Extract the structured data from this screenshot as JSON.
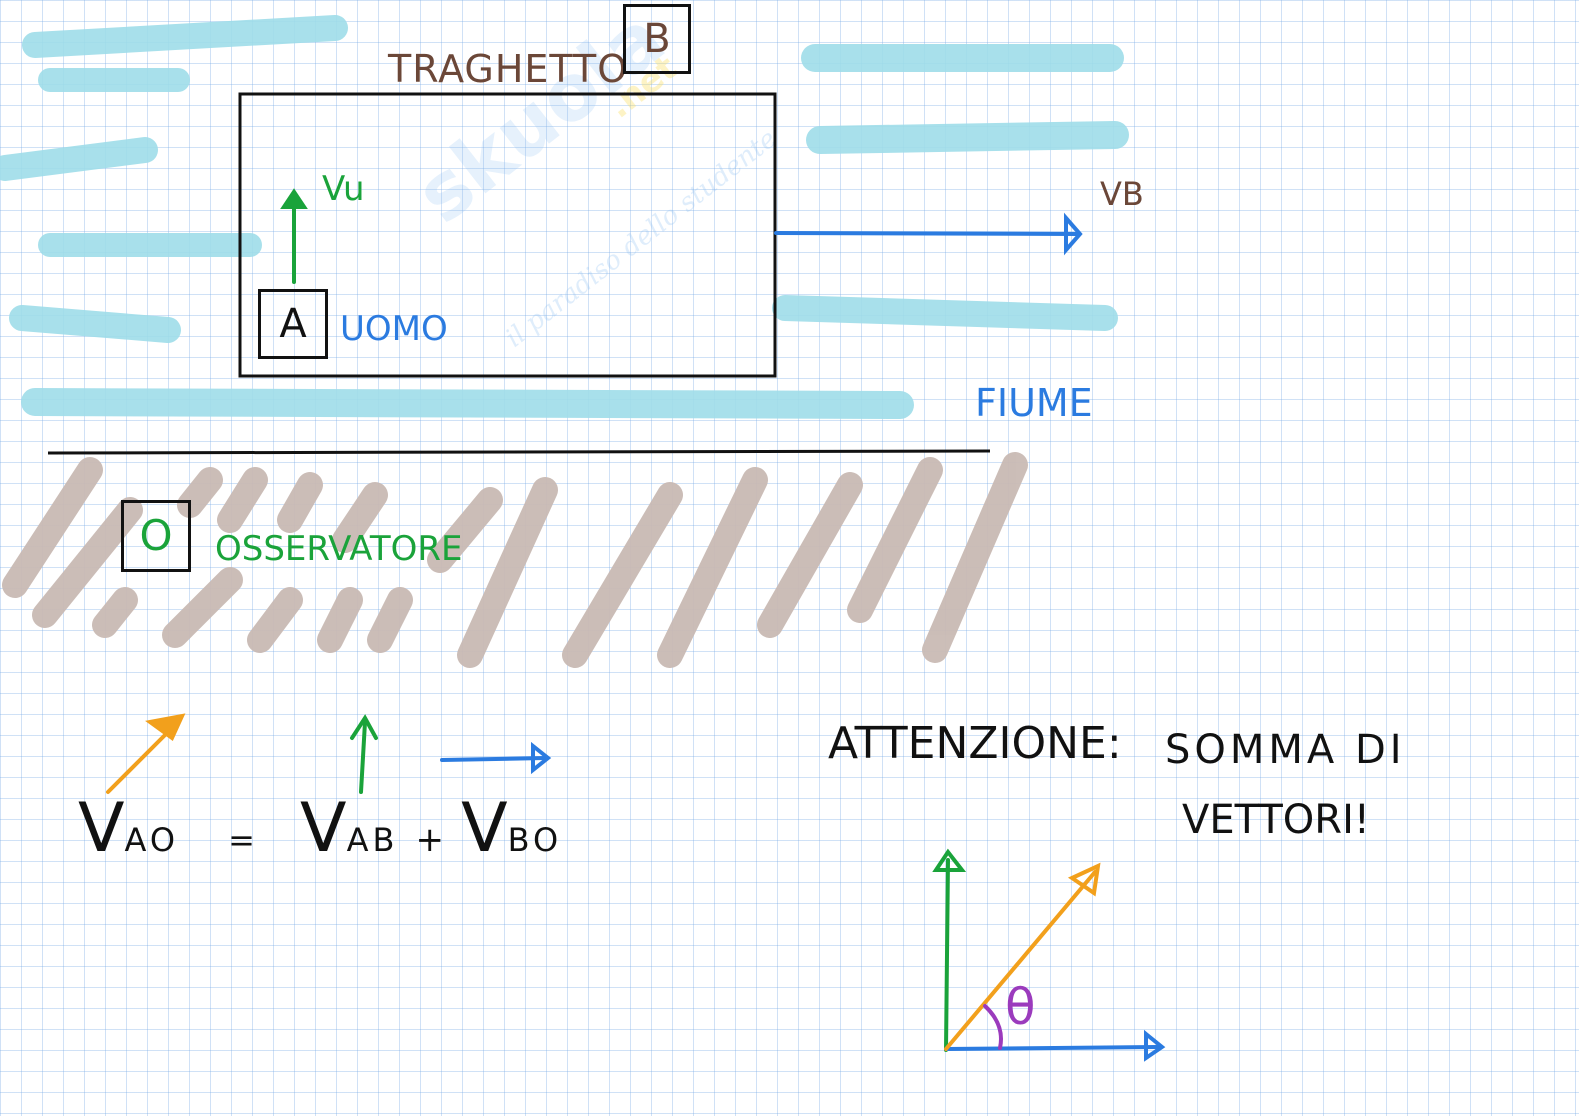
{
  "watermark": {
    "brand": "skuola",
    "brand_suffix": ".net",
    "tagline": "il paradiso dello studente"
  },
  "labels": {
    "traghetto": "TRAGHETTO",
    "b_box": "B",
    "a_box": "A",
    "o_box": "O",
    "uomo": "UOMO",
    "v_uomo": "Vu",
    "v_b": "VB",
    "fiume": "FIUME",
    "osservatore": "OSSERVATORE",
    "attenzione": "ATTENZIONE:",
    "somma_di": "SOMMA DI",
    "vettori": "VETTORI!",
    "theta": "θ"
  },
  "equation": {
    "lhs_v": "V",
    "lhs_sub": "AO",
    "equals": "=",
    "t1_v": "V",
    "t1_sub": "AB",
    "plus": "+",
    "t2_v": "V",
    "t2_sub": "BO"
  },
  "colors": {
    "water": "#9fdde9",
    "shore": "#c9bab4",
    "green": "#1aa33a",
    "blue": "#2b7be0",
    "orange": "#f2a01c",
    "brown": "#6b4738",
    "purple": "#9b3bbd",
    "ink": "#111111"
  }
}
